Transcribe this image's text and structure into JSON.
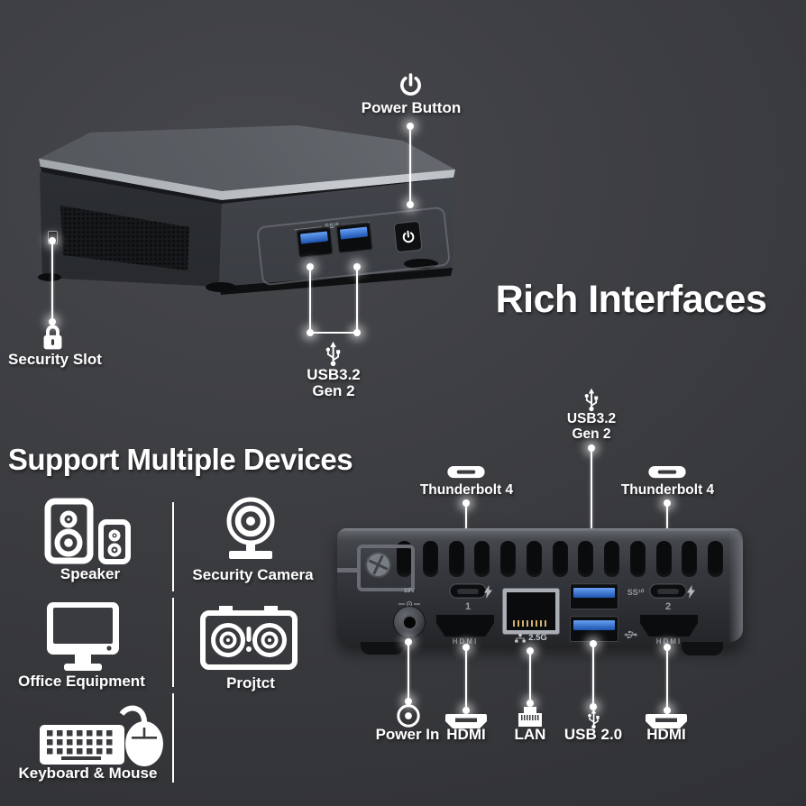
{
  "title_top": "Rich Interfaces",
  "heading_bottom": "Support Multiple Devices",
  "top": {
    "power_button_label": "Power Button",
    "security_slot_label": "Security Slot",
    "usb_label_line1": "USB3.2",
    "usb_label_line2": "Gen 2",
    "front_marking_ss10": "SS¹⁰"
  },
  "devices": {
    "speaker": "Speaker",
    "security_camera": "Security Camera",
    "office_equipment": "Office Equipment",
    "projector": "Projtct",
    "keyboard_mouse": "Keyboard & Mouse"
  },
  "rear": {
    "usb32_line1": "USB3.2",
    "usb32_line2": "Gen 2",
    "thunderbolt_left": "Thunderbolt 4",
    "thunderbolt_right": "Thunderbolt 4",
    "bottom_labels": {
      "power_in": "Power In",
      "hdmi_left": "HDMI",
      "lan": "LAN",
      "usb20": "USB 2.0",
      "hdmi_right": "HDMI"
    },
    "markings": {
      "power": "19V",
      "port1": "1",
      "port2": "2",
      "lan_speed": "2.5G",
      "hdmi_left": "HDMI",
      "hdmi_right": "HDMI",
      "ss10": "SS¹⁰"
    }
  },
  "colors": {
    "background": "#3a3b3f",
    "label_text": "#ffffff",
    "usb_port_blue": "#2f6fd6",
    "chassis_body": "#2b2d31",
    "chassis_top_gray": "#85898f"
  }
}
